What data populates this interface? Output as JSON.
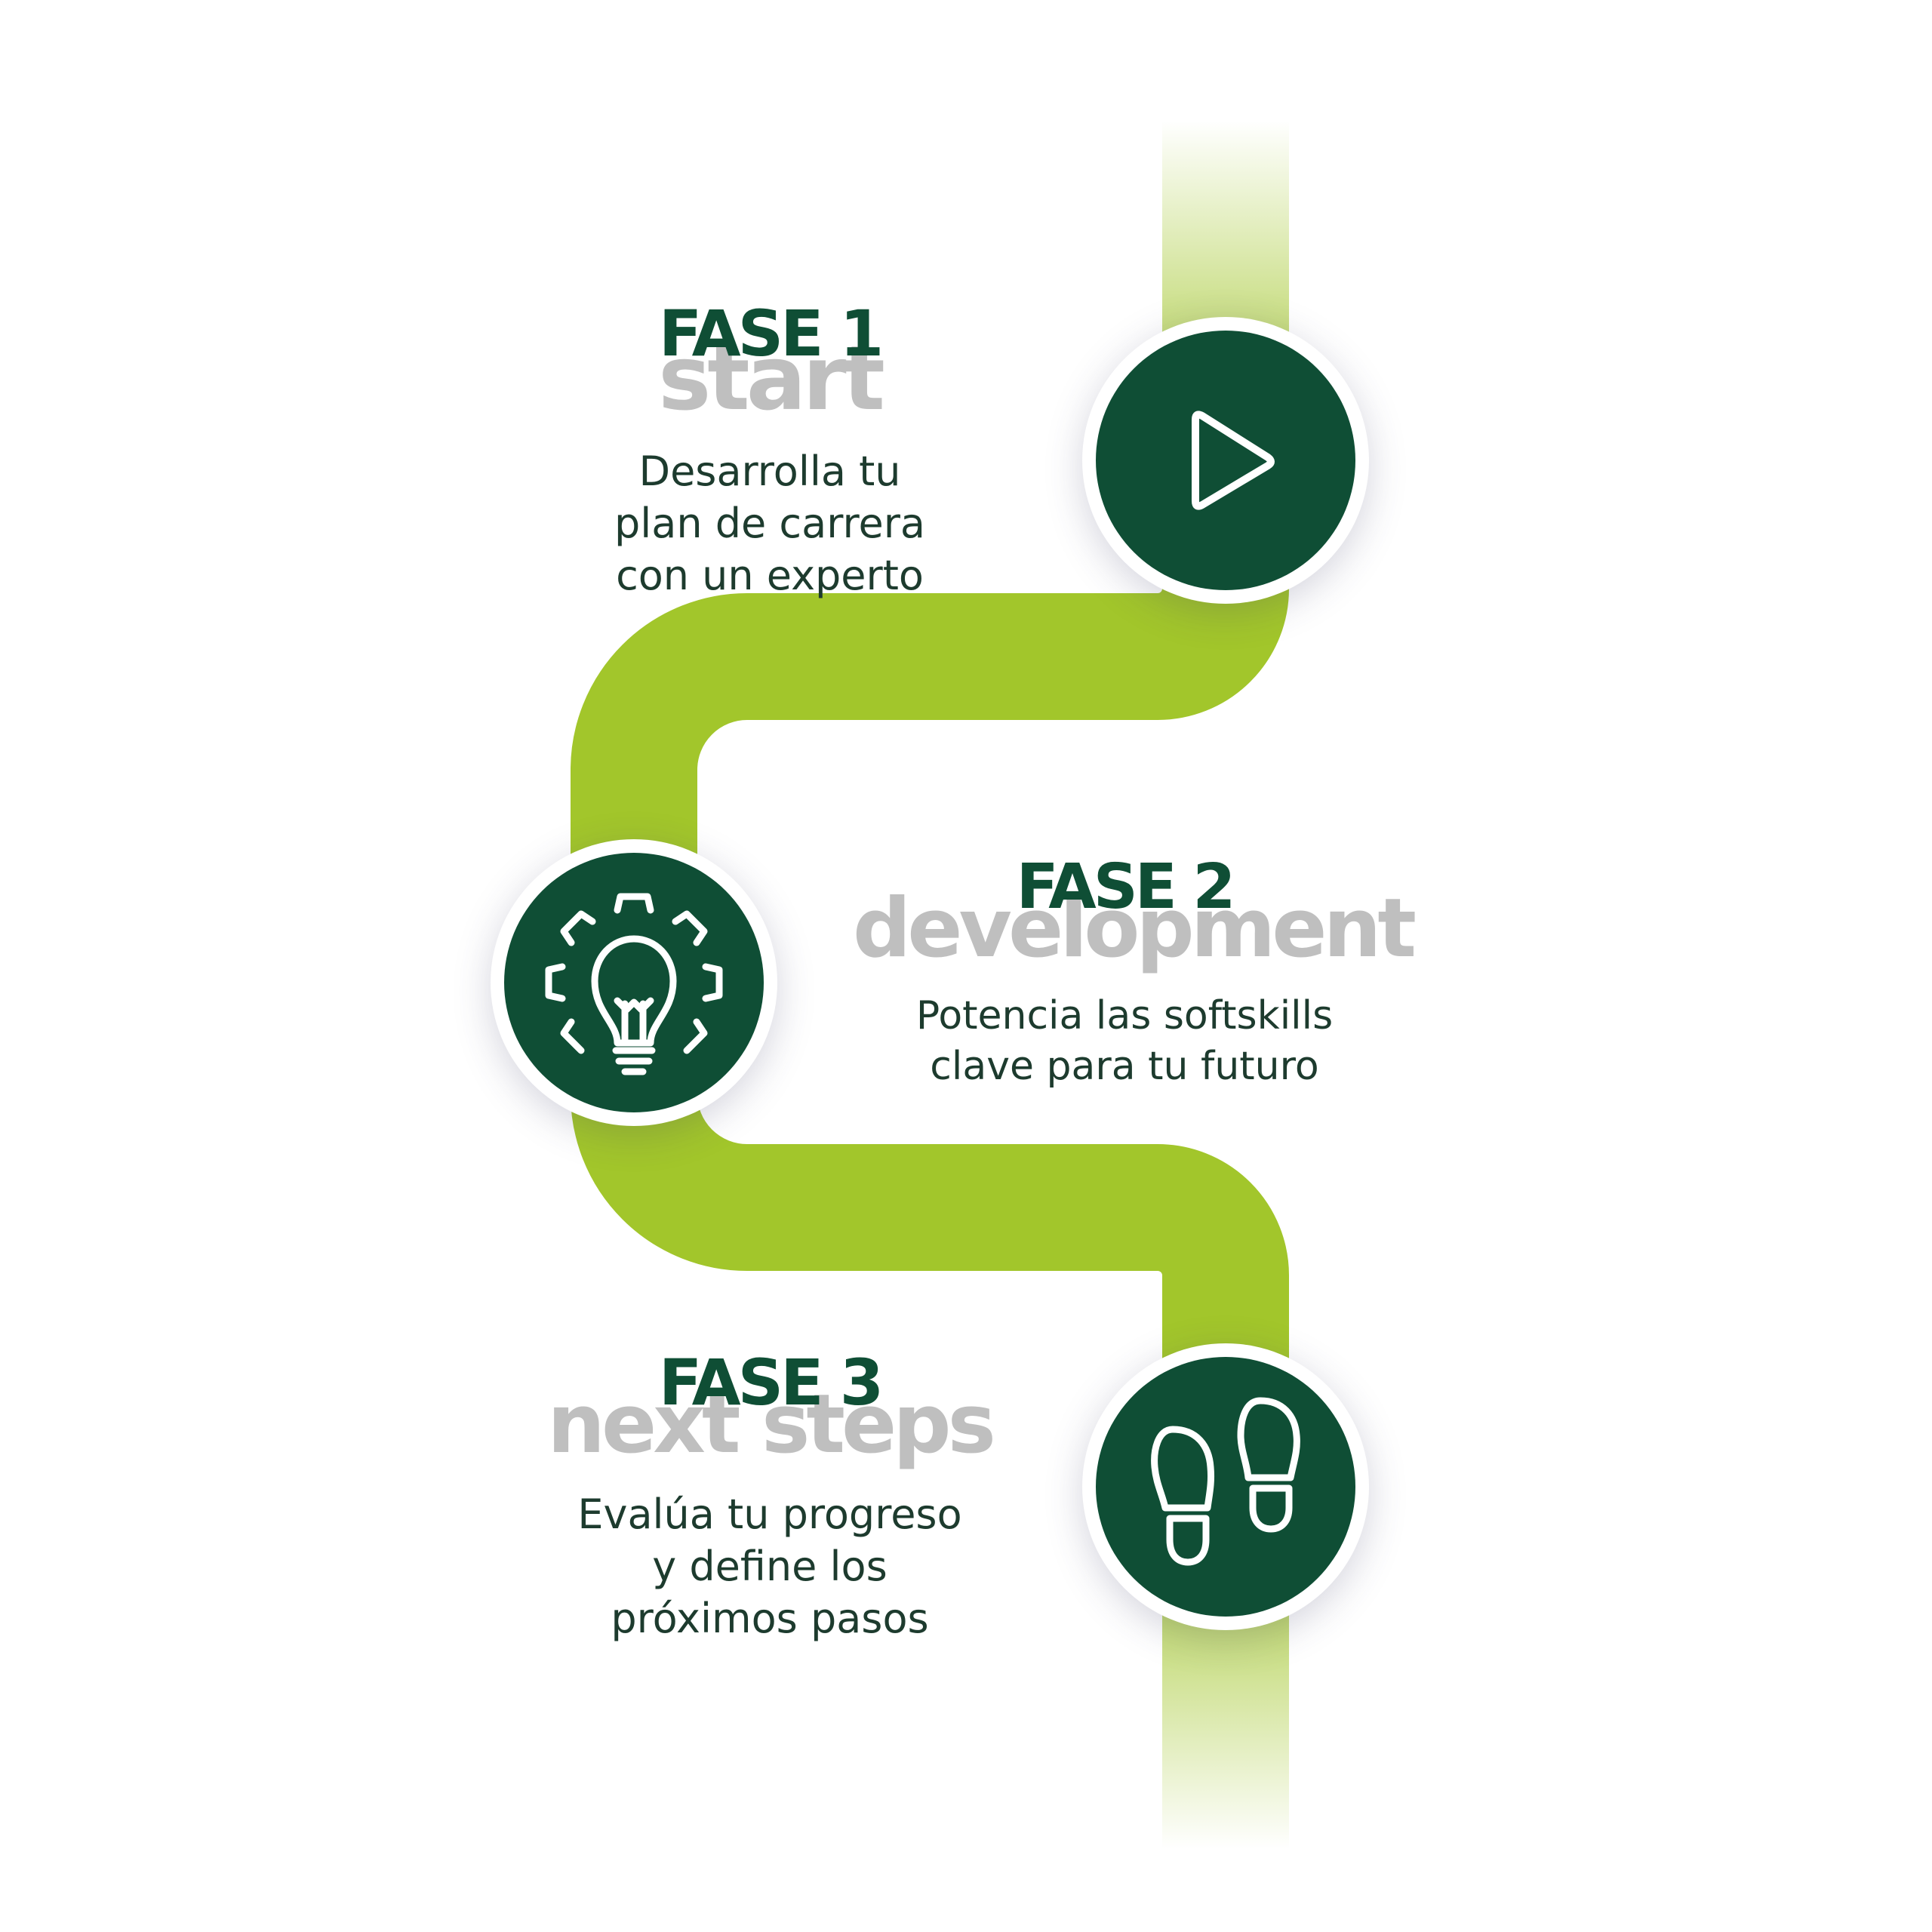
{
  "colors": {
    "road": "#a2c62b",
    "node_fill": "#0f4e35",
    "fase_label": "#0f4e35",
    "phase_title": "#bfbfbf",
    "description": "#1d3b2e"
  },
  "phases": [
    {
      "fase": "FASE 1",
      "title": "start",
      "description": [
        "Desarrolla tu",
        "plan de carrera",
        "con un experto"
      ],
      "icon": "play-icon"
    },
    {
      "fase": "FASE 2",
      "title": "development",
      "description": [
        "Potencia las softskills",
        "clave para tu futuro"
      ],
      "icon": "lightbulb-gear-icon"
    },
    {
      "fase": "FASE 3",
      "title": "next steps",
      "description": [
        "Evalúa tu progreso",
        "y define los",
        "próximos pasos"
      ],
      "icon": "footprints-icon"
    }
  ]
}
